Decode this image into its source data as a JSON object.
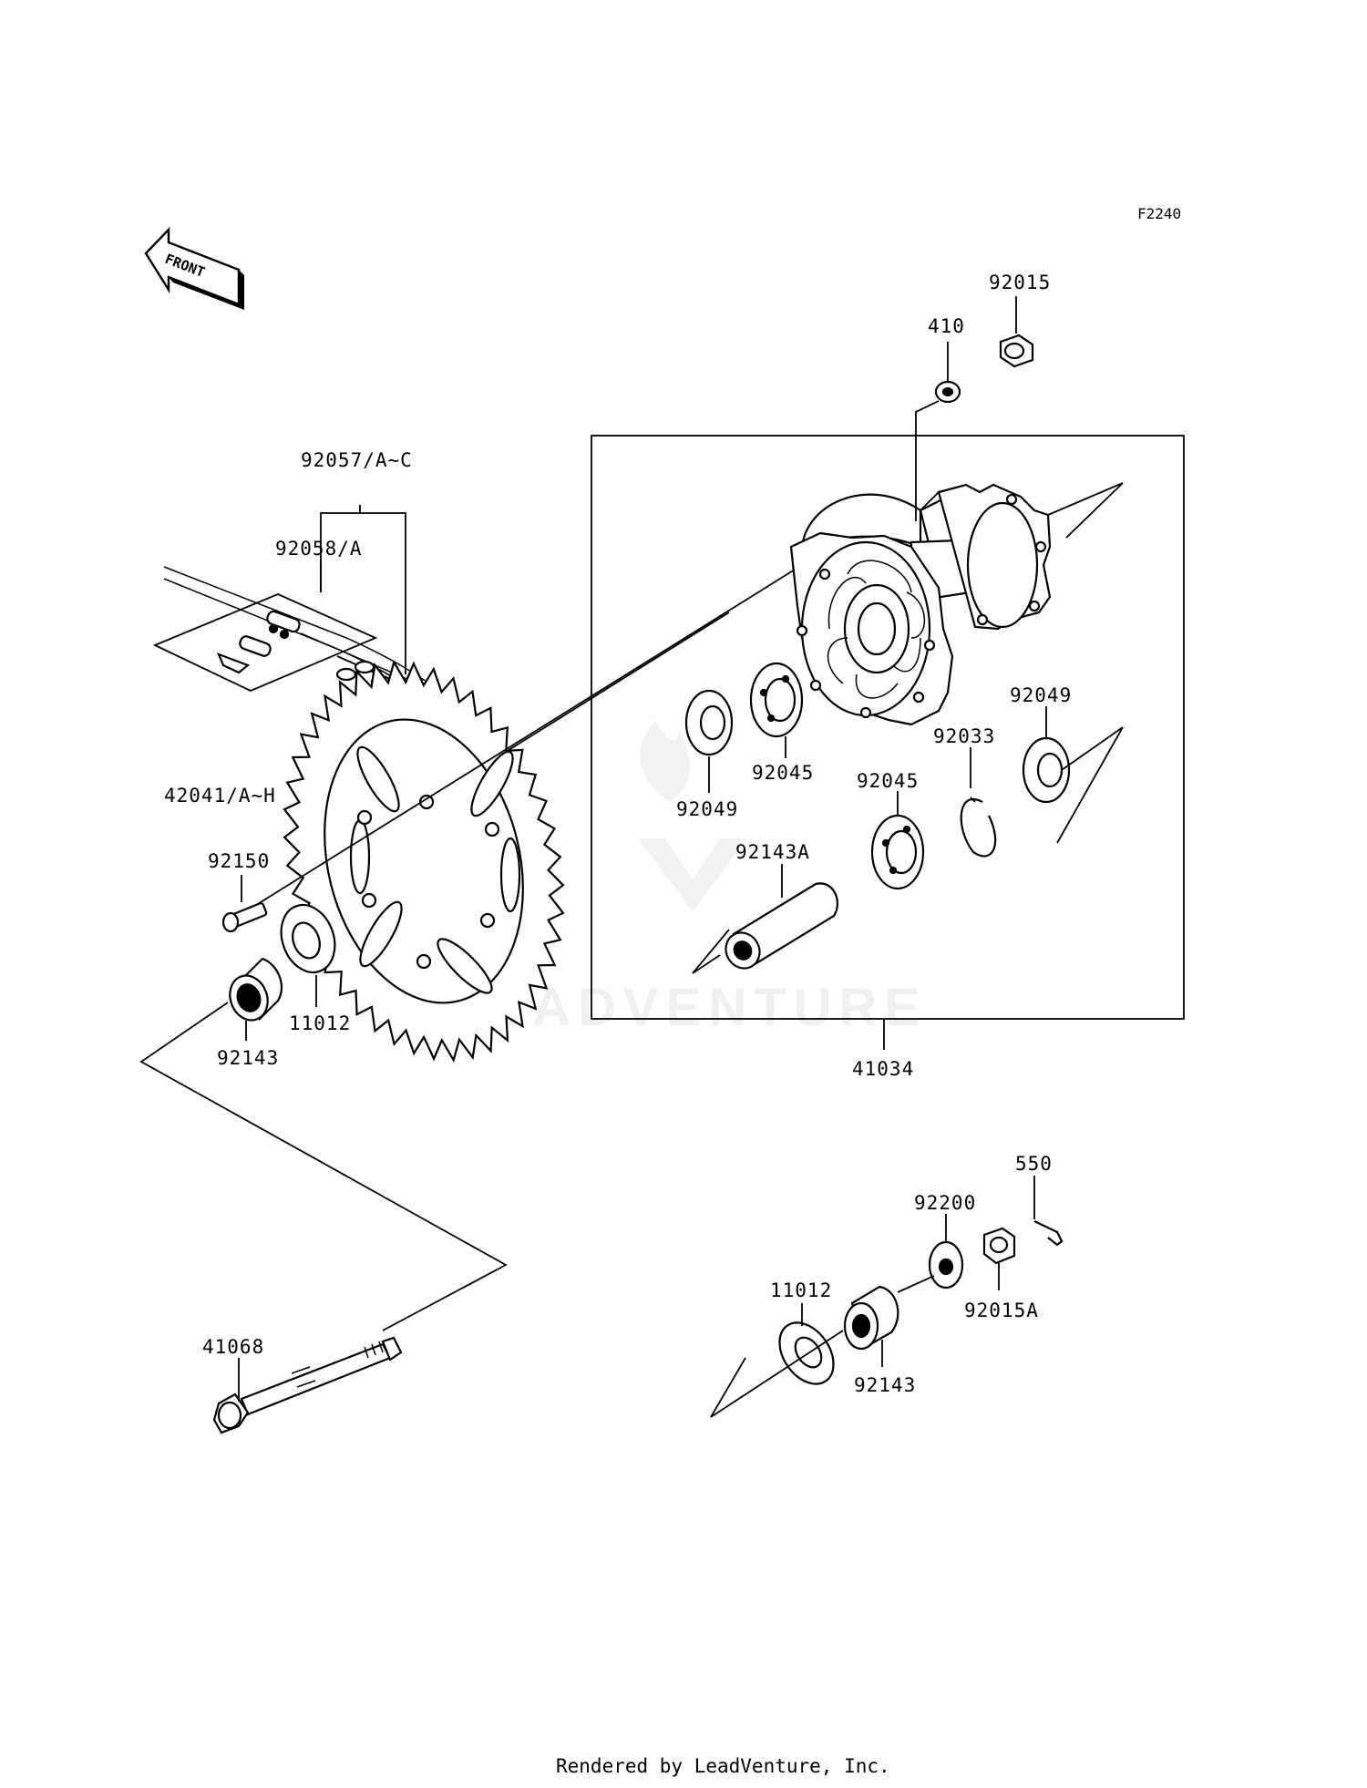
{
  "figure_code": "F2240",
  "front_arrow_text": "FRONT",
  "watermark": "LEADVENTURE",
  "footer": "Rendered by LeadVenture, Inc.",
  "callouts": {
    "p92015": "92015",
    "p410": "410",
    "p92057": "92057/A~C",
    "p92058": "92058/A",
    "p42041": "42041/A~H",
    "p92150": "92150",
    "p11012a": "11012",
    "p92143a": "92143",
    "p92049a": "92049",
    "p92045a": "92045",
    "p92049b": "92049",
    "p92033": "92033",
    "p92045b": "92045",
    "p92143A": "92143A",
    "p41034": "41034",
    "p550": "550",
    "p92200": "92200",
    "p11012b": "11012",
    "p92015A": "92015A",
    "p92143b": "92143",
    "p41068": "41068"
  }
}
